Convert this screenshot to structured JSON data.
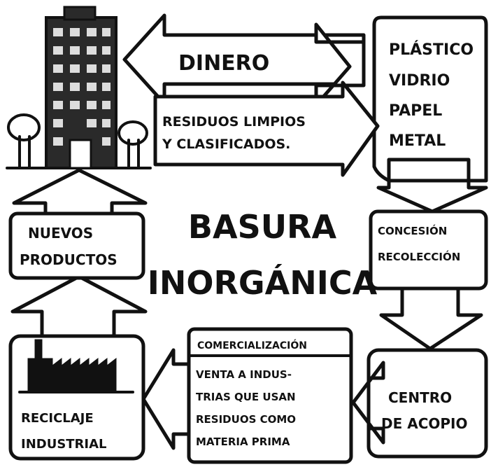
{
  "center": {
    "line1": "BASURA",
    "line2": "INORGÁNICA"
  },
  "top_arrow": {
    "label": "DINERO"
  },
  "middle_arrow": {
    "line1": "RESIDUOS LIMPIOS",
    "line2": "Y CLASIFICADOS."
  },
  "materials": {
    "items": [
      "PLÁSTICO",
      "VIDRIO",
      "PAPEL",
      "METAL"
    ]
  },
  "collection": {
    "line1": "CONCESIÓN",
    "line2": "RECOLECCIÓN"
  },
  "collection_center": {
    "line1": "CENTRO",
    "line2": "DE ACOPIO"
  },
  "commercialization": {
    "header": "COMERCIALIZACIÓN",
    "line1": "VENTA A INDUS-",
    "line2": "TRIAS QUE USAN",
    "line3": "RESIDUOS COMO",
    "line4": "MATERIA PRIMA"
  },
  "industrial": {
    "line1": "RECICLAJE",
    "line2": "INDUSTRIAL"
  },
  "new_products": {
    "line1": "NUEVOS",
    "line2": "PRODUCTOS"
  },
  "icons": {
    "building": "building-icon",
    "trees": "tree-icon",
    "factory": "factory-icon"
  }
}
